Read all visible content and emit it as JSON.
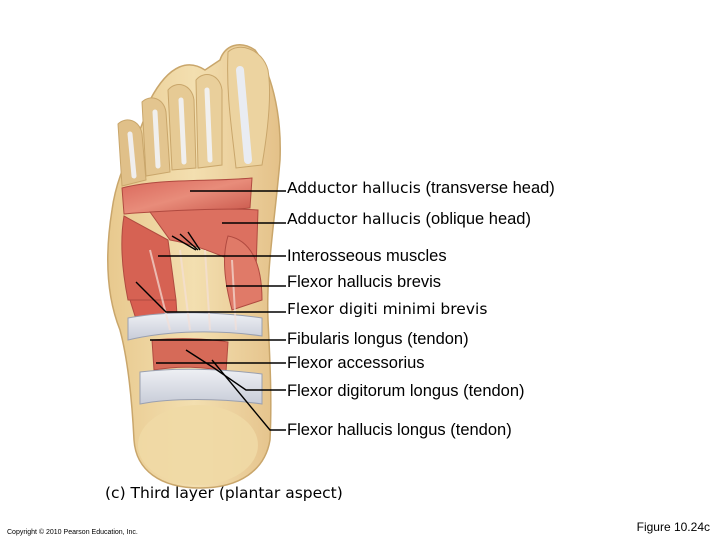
{
  "labels": {
    "adductor_transverse": {
      "name": "Adductor hallucis",
      "detail": "(transverse head)"
    },
    "adductor_oblique": {
      "name": "Adductor hallucis",
      "detail": "(oblique head)"
    },
    "interosseous": "Interosseous muscles",
    "flexor_hallucis_brevis": "Flexor hallucis brevis",
    "flexor_digiti_minimi": "Flexor digiti minimi brevis",
    "fibularis_longus": "Fibularis longus (tendon)",
    "flexor_accessorius": "Flexor accessorius",
    "flexor_digitorum_longus": "Flexor digitorum longus (tendon)",
    "flexor_hallucis_longus": "Flexor hallucis longus (tendon)"
  },
  "caption": "(c) Third layer (plantar aspect)",
  "copyright": "Copyright © 2010 Pearson Education, Inc.",
  "figure_number": "Figure 10.24c"
}
